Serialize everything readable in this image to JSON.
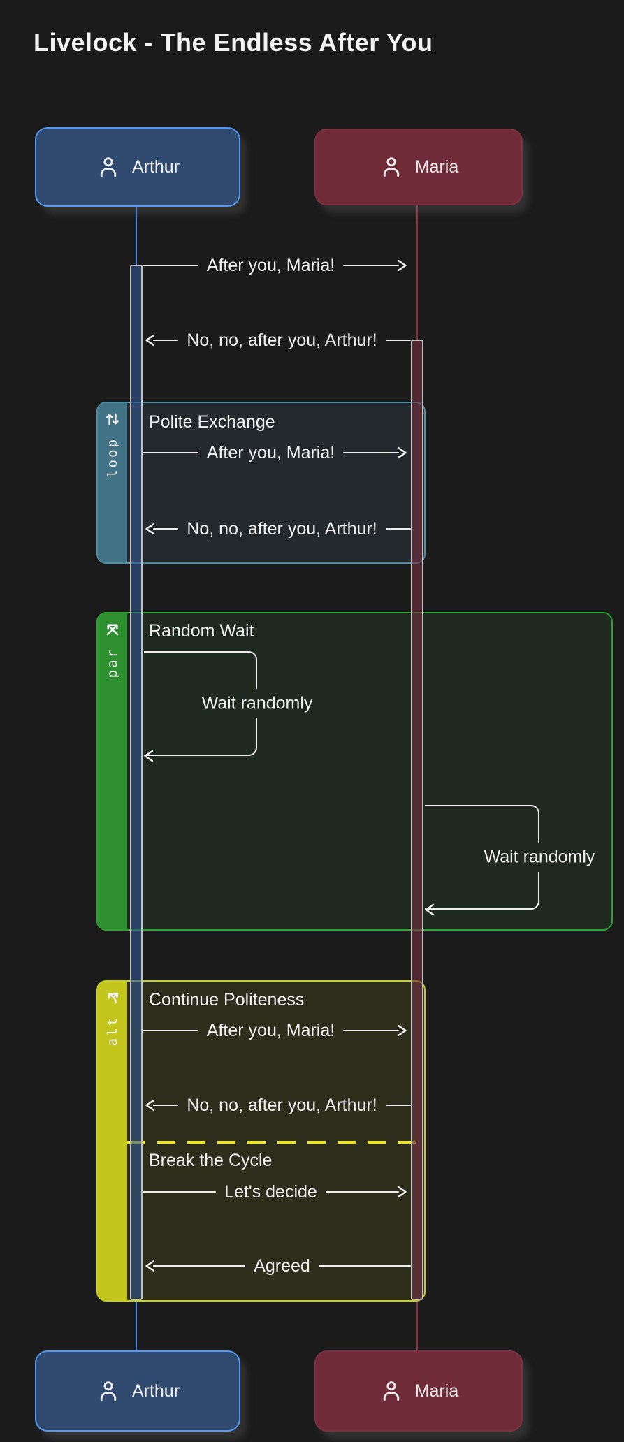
{
  "title": "Livelock - The Endless After You",
  "actors": {
    "arthur": {
      "name": "Arthur",
      "fill": "#2f4a6e",
      "border": "#5598f2",
      "lifeline": "#3f80e8"
    },
    "maria": {
      "name": "Maria",
      "fill": "#702b39",
      "border": "#7d3140",
      "lifeline": "#93303d"
    }
  },
  "messages": {
    "after_you": "After you, Maria!",
    "no_after_you": "No, no, after you, Arthur!",
    "wait_randomly": "Wait randomly",
    "lets_decide": "Let's decide",
    "agreed": "Agreed"
  },
  "blocks": {
    "loop": {
      "label": "loop",
      "title": "Polite Exchange",
      "color": "#4e8fa8"
    },
    "par": {
      "label": "par",
      "title": "Random Wait",
      "color": "#2fa12f"
    },
    "alt": {
      "label": "alt",
      "section1_title": "Continue Politeness",
      "section2_title": "Break the Cycle",
      "color": "#c9cd1e",
      "divider_color": "#f0e614"
    }
  },
  "icons": [
    "user-icon",
    "loop-repeat-icon",
    "parallel-arrows-icon",
    "alt-branch-icon",
    "arrowhead-icon"
  ],
  "colors": {
    "background": "#1b1b1b",
    "text": "#f0f0f0",
    "activation_border": "#c2c2c2"
  }
}
